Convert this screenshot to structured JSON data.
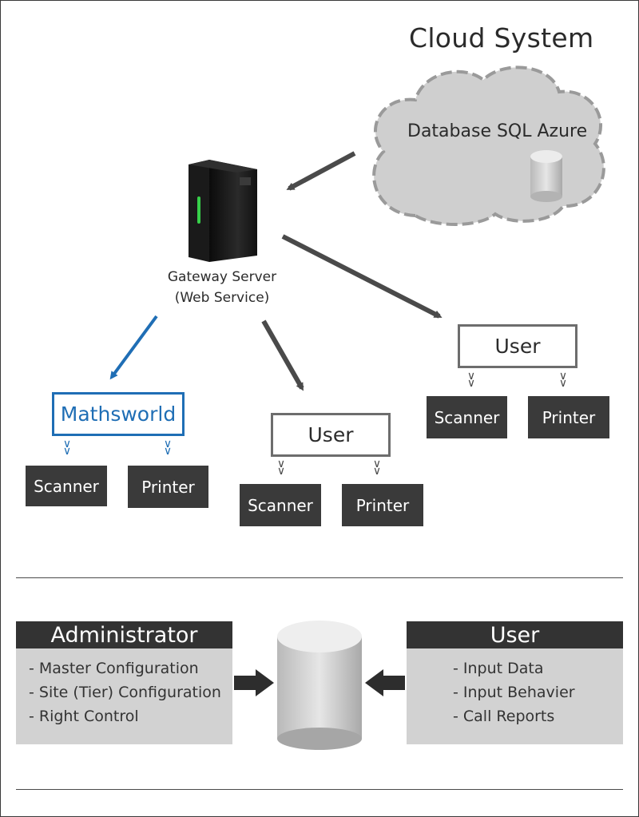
{
  "cloud": {
    "title": "Cloud System",
    "database_label": "Database SQL Azure"
  },
  "gateway": {
    "line1": "Gateway Server",
    "line2": "(Web Service)"
  },
  "mathsworld": {
    "label": "Mathsworld",
    "scanner": "Scanner",
    "printer": "Printer"
  },
  "user_center": {
    "label": "User",
    "scanner": "Scanner",
    "printer": "Printer"
  },
  "user_right": {
    "label": "User",
    "scanner": "Scanner",
    "printer": "Printer"
  },
  "admin_panel": {
    "title": "Administrator",
    "items": [
      "- Master Configuration",
      "- Site (Tier) Configuration",
      "- Right Control"
    ]
  },
  "user_panel": {
    "title": "User",
    "items": [
      "- Input Data",
      "- Input Behavier",
      "- Call Reports"
    ]
  },
  "colors": {
    "accent_blue": "#1f6eb5",
    "dark_box": "#3a3a3a",
    "panel_gray": "#d2d2d2",
    "cloud_gray": "#cfcfcf"
  }
}
